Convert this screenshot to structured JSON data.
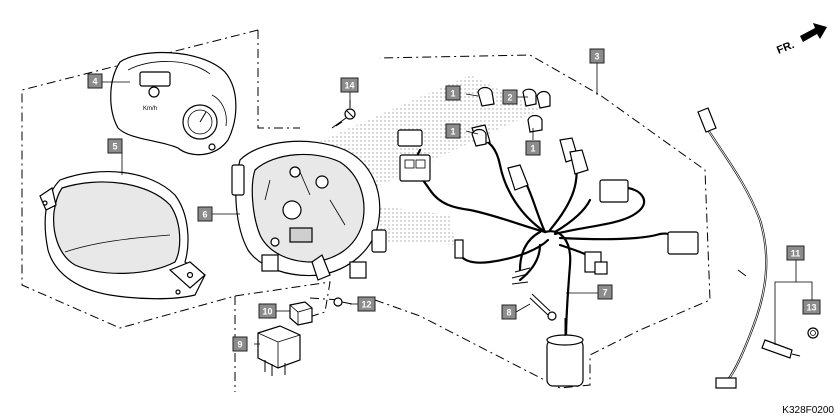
{
  "direction_marker": "FR.",
  "diagram_code": "K328F0200",
  "callouts": {
    "c1a": "1",
    "c1b": "1",
    "c1c": "1",
    "c2": "2",
    "c3": "3",
    "c4": "4",
    "c5": "5",
    "c6": "6",
    "c7": "7",
    "c8": "8",
    "c9": "9",
    "c10": "10",
    "c11": "11",
    "c12": "12",
    "c13": "13",
    "c14": "14"
  }
}
